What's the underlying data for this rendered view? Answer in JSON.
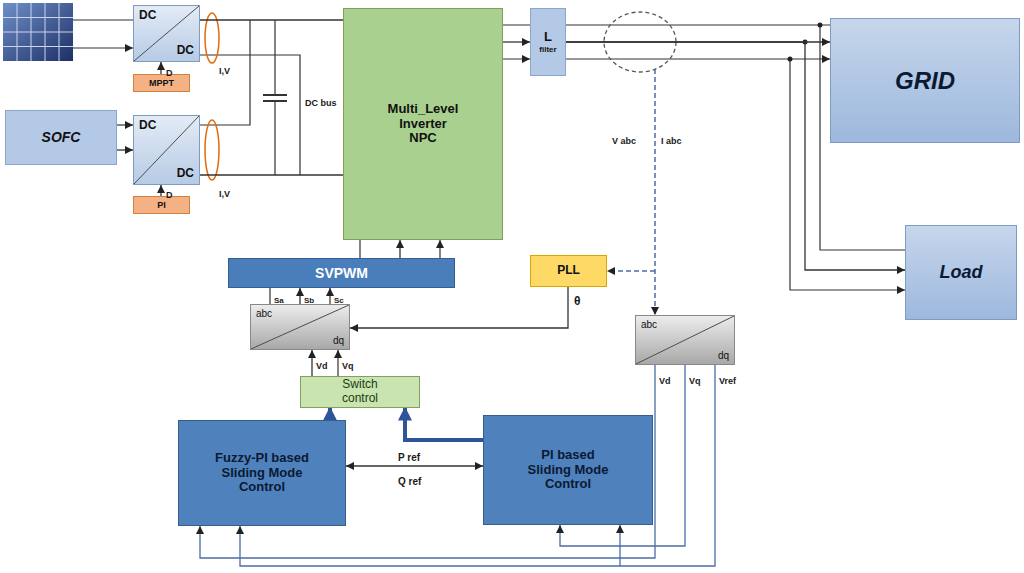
{
  "diagram": {
    "nodes": [
      {
        "text": [
          "DC",
          "DC"
        ]
      },
      {
        "text": [
          "MPPT"
        ]
      },
      {
        "text": [
          "SOFC"
        ]
      },
      {
        "text": [
          "DC",
          "DC"
        ]
      },
      {
        "text": [
          "PI"
        ]
      },
      {
        "text": [
          "Multi_Level Inverter NPC"
        ]
      },
      {
        "text": [
          "L",
          "filter"
        ]
      },
      {
        "text": [
          "GRID"
        ]
      },
      {
        "text": [
          "Load"
        ]
      },
      {
        "text": [
          "SVPWM"
        ]
      },
      {
        "text": [
          "PLL"
        ]
      },
      {
        "text": [
          "abc",
          "dq"
        ]
      },
      {
        "text": [
          "abc",
          "dq"
        ]
      },
      {
        "text": [
          "Switch control"
        ]
      },
      {
        "text": [
          "Fuzzy-PI based Sliding Mode Control"
        ]
      },
      {
        "text": [
          "PI based Sliding Mode Control"
        ]
      }
    ],
    "edges": [
      {
        "from": 0,
        "to": 5,
        "arrow": "none"
      },
      {
        "from": 3,
        "to": 5,
        "arrow": "none"
      },
      {
        "from": 2,
        "to": 3,
        "arrow": "to"
      },
      {
        "from": 1,
        "to": 0,
        "arrow": "to"
      },
      {
        "from": 4,
        "to": 3,
        "arrow": "to"
      },
      {
        "from": 5,
        "to": 6,
        "arrow": "to"
      },
      {
        "from": 6,
        "to": 7,
        "arrow": "to"
      },
      {
        "from": 6,
        "to": 8,
        "arrow": "to"
      },
      {
        "from": 9,
        "to": 5,
        "arrow": "to"
      },
      {
        "from": 11,
        "to": 9,
        "arrow": "to"
      },
      {
        "from": 10,
        "to": 11,
        "arrow": "to"
      },
      {
        "from": 13,
        "to": 11,
        "arrow": "to"
      },
      {
        "from": 14,
        "to": 13,
        "arrow": "to"
      },
      {
        "from": 15,
        "to": 13,
        "arrow": "to"
      },
      {
        "from": 14,
        "to": 15,
        "arrow": "both"
      },
      {
        "from": 12,
        "to": 14,
        "arrow": "to"
      },
      {
        "from": 12,
        "to": 15,
        "arrow": "to"
      }
    ],
    "labels": [
      "I,V",
      "D",
      "I,V",
      "D",
      "DC bus",
      "Sa",
      "Sb",
      "Sc",
      "θ",
      "V abc",
      "I abc",
      "Vd",
      "Vq",
      "Vd",
      "Vq",
      "Vref",
      "P ref",
      "Q ref"
    ]
  }
}
